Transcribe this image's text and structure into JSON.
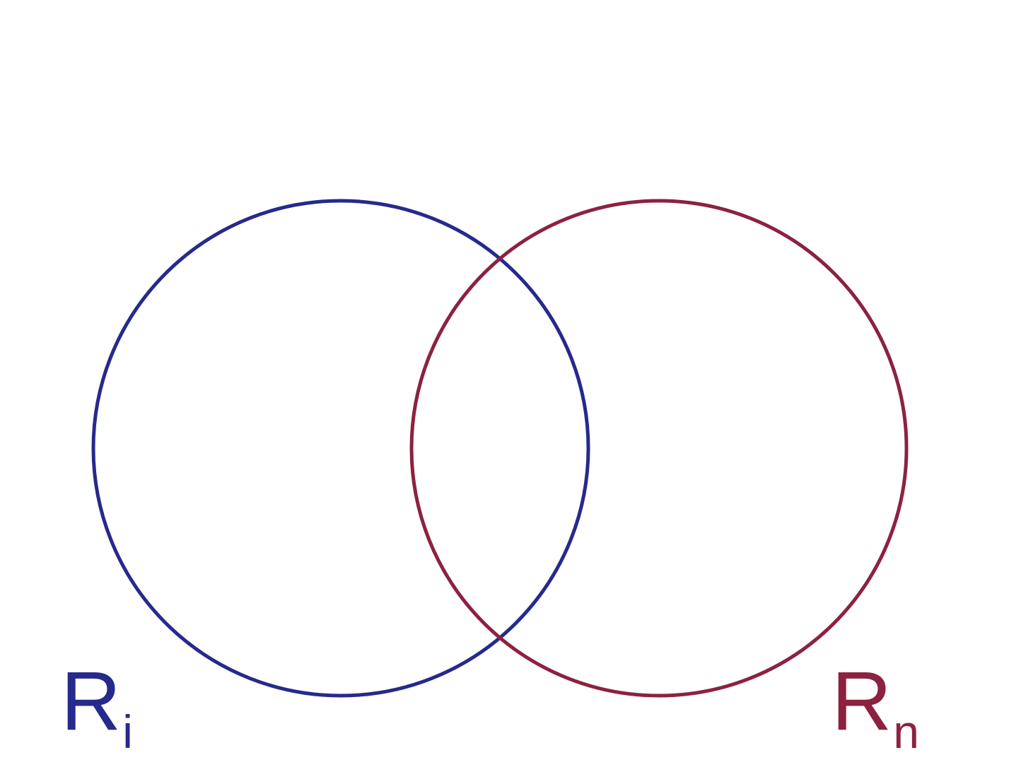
{
  "sets": [
    {
      "id": "left",
      "label_main": "R",
      "label_sub": "i",
      "color": "#262a8c"
    },
    {
      "id": "right",
      "label_main": "R",
      "label_sub": "n",
      "color": "#8c2240"
    }
  ],
  "background": "#ffffff"
}
